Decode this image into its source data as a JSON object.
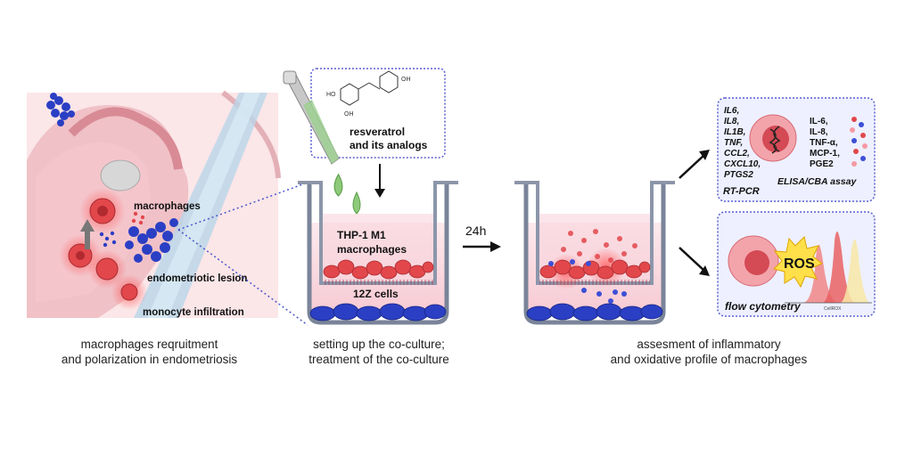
{
  "colors": {
    "lesion_blue": "#2b3fc4",
    "macrophage_red": "#e2474b",
    "medium_pink": "#f7cdd6",
    "box_border": "#5a5fd0",
    "box_fill": "#eef0ff",
    "dotted_line": "#4a58c8"
  },
  "panel1": {
    "label_macrophages": "macrophages",
    "label_lesion": "endometriotic lesion",
    "label_infiltration": "monocyte infiltration",
    "caption_line1": "macrophages reqruitment",
    "caption_line2": "and polarization in endometriosis"
  },
  "panel2": {
    "compound_line1": "resveratrol",
    "compound_line2": "and its analogs",
    "chem_ho": "HO",
    "chem_oh_top": "OH",
    "chem_oh_bottom": "OH",
    "insert_label_line1": "THP-1 M1",
    "insert_label_line2": "macrophages",
    "bottom_label": "12Z cells",
    "caption_line1": "setting up the co-culture;",
    "caption_line2": "treatment of the co-culture"
  },
  "arrow_label": "24h",
  "panel3": {
    "caption_line1": "assesment of inflammatory",
    "caption_line2": "and oxidative profile of macrophages"
  },
  "result_box1": {
    "genes": [
      "IL6,",
      "IL8,",
      "IL1B,",
      "TNF,",
      "CCL2,",
      "CXCL10,",
      "PTGS2"
    ],
    "method_left": "RT-PCR",
    "proteins": [
      "IL-6,",
      "IL-8,",
      "TNF-α,",
      "MCP-1,",
      "PGE2"
    ],
    "method_right": "ELISA/CBA assay"
  },
  "result_box2": {
    "ros_label": "ROS",
    "method": "flow cytometry",
    "axis_label": "CellROX"
  }
}
